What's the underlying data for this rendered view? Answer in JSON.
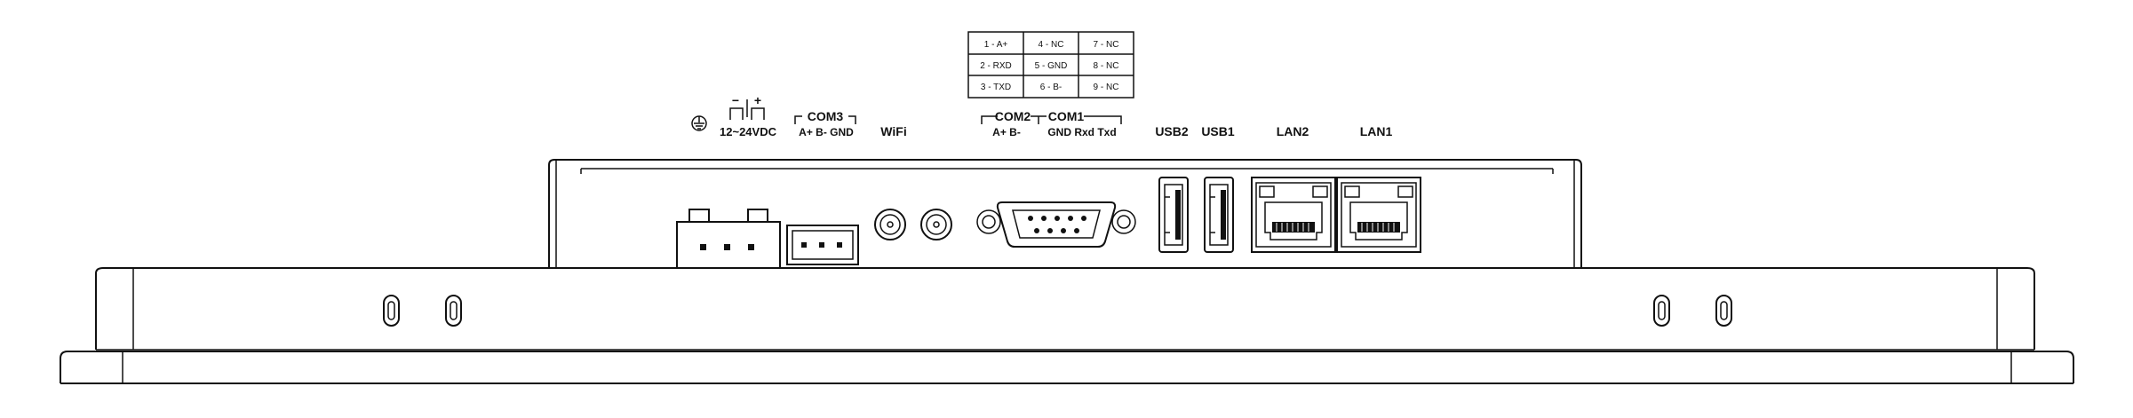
{
  "power": {
    "label": "12~24VDC",
    "minus": "−",
    "plus": "+"
  },
  "com3": {
    "title": "COM3",
    "pins": "A+  B-  GND"
  },
  "wifi": {
    "label": "WiFi"
  },
  "com2": {
    "title": "COM2",
    "pins": "A+   B-"
  },
  "com1": {
    "title": "COM1",
    "pins": "GND  Rxd  Txd"
  },
  "usb2": {
    "label": "USB2"
  },
  "usb1": {
    "label": "USB1"
  },
  "lan2": {
    "label": "LAN2"
  },
  "lan1": {
    "label": "LAN1"
  },
  "pinout": {
    "rows": [
      [
        "1 - A+",
        "4 - NC",
        "7 - NC"
      ],
      [
        "2 - RXD",
        "5 - GND",
        "8 - NC"
      ],
      [
        "3 - TXD",
        "6 - B-",
        "9 - NC"
      ]
    ]
  }
}
